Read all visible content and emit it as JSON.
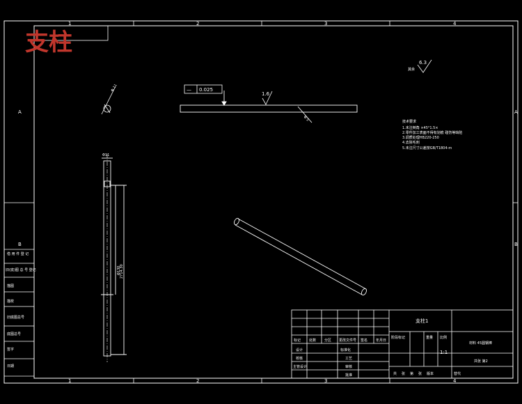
{
  "stamp": "支柱",
  "zones": {
    "top": [
      "1",
      "2",
      "3",
      "4"
    ],
    "bottom": [
      "1",
      "2",
      "3",
      "4"
    ],
    "left": [
      "A",
      "B"
    ],
    "right": [
      "A",
      "B"
    ]
  },
  "tolerance_frame": {
    "symbol": "—",
    "value": "0.025"
  },
  "surface_roughness": {
    "part": "1.6",
    "general": "6.3",
    "general_prefix": "其余"
  },
  "dimensions": {
    "small_dia": "Φ 11",
    "rod_dia": "Φ 5",
    "length_a": "Φ11",
    "length_b": "Φ130",
    "length_c": "2714.30"
  },
  "tech_notes": [
    "技术要求",
    "1.未注倒角 ×45°1.5×",
    "2.零件加工表面不得有划痕 碰伤等缺陷",
    "3.调质处理HB220-250",
    "4.去除毛刺",
    "5.未注尺寸公差按GB/T1804-m"
  ],
  "left_strip": [
    "借 用 件 登 记",
    "旧(底)图 总 号 登记",
    "描图",
    "描校",
    "旧底图总号",
    "底图总号",
    "签字",
    "日期"
  ],
  "title_block": {
    "part_name": "支柱1",
    "material": "材料 45圆钢棒",
    "scale_row": "比例",
    "stage_label": "阶段标记",
    "weight_label": "重量",
    "scale_label": "比例",
    "scale_value": "1:1",
    "sheet": "共张 第2",
    "revision_header": [
      "标记",
      "处数",
      "分区",
      "更改文件号",
      "签名",
      "年月日"
    ],
    "roles": [
      "设计",
      "标准化",
      "校核",
      "工艺",
      "主管设计",
      "审核",
      "批准"
    ],
    "bottom_row": [
      "共",
      "张",
      "第",
      "张",
      "版本",
      "替代"
    ]
  }
}
